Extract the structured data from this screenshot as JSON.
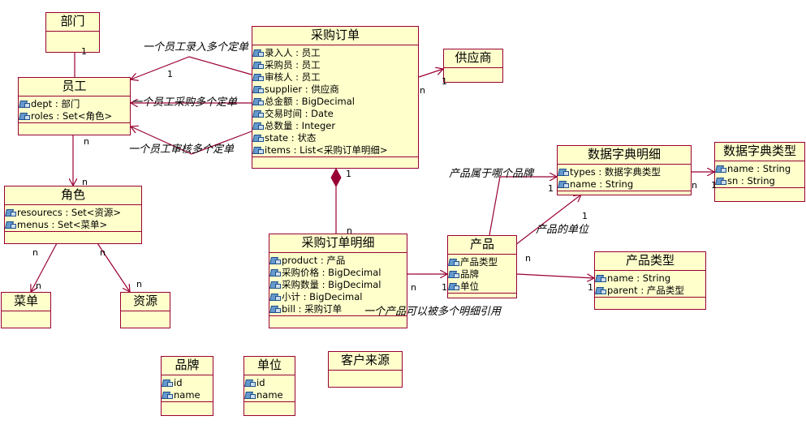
{
  "classes": {
    "bumen": {
      "name": "部门",
      "attrs": []
    },
    "yuangong": {
      "name": "员工",
      "attrs": [
        "dept : 部门",
        "roles : Set<角色>"
      ]
    },
    "juese": {
      "name": "角色",
      "attrs": [
        "resourecs : Set<资源>",
        "menus : Set<菜单>"
      ]
    },
    "caidan": {
      "name": "菜单",
      "attrs": []
    },
    "ziyuan": {
      "name": "资源",
      "attrs": []
    },
    "purchase_order": {
      "name": "采购订单",
      "attrs": [
        "录入人 : 员工",
        "采购员 : 员工",
        "审核人 : 员工",
        "supplier : 供应商",
        "总金额 : BigDecimal",
        "交易时间 : Date",
        "总数量 : Integer",
        "state : 状态",
        "items : List<采购订单明细>"
      ]
    },
    "supplier": {
      "name": "供应商",
      "attrs": []
    },
    "order_item": {
      "name": "采购订单明细",
      "attrs": [
        "product : 产品",
        "采购价格 : BigDecimal",
        "采购数量 : BigDecimal",
        "小计 : BigDecimal",
        "bill : 采购订单"
      ]
    },
    "product": {
      "name": "产品",
      "attrs": [
        "产品类型",
        "品牌",
        "单位"
      ]
    },
    "dict_detail": {
      "name": "数据字典明细",
      "attrs": [
        "types : 数据字典类型",
        "name : String"
      ]
    },
    "dict_type": {
      "name": "数据字典类型",
      "attrs": [
        "name : String",
        "sn : String"
      ]
    },
    "product_type": {
      "name": "产品类型",
      "attrs": [
        "name : String",
        "parent : 产品类型"
      ]
    },
    "brand": {
      "name": "品牌",
      "attrs": [
        "id",
        "name"
      ]
    },
    "unit": {
      "name": "单位",
      "attrs": [
        "id",
        "name"
      ]
    },
    "customer_source": {
      "name": "客户来源",
      "attrs": []
    }
  },
  "labels": {
    "entry": "一个员工录入多个定单",
    "buyer": "一个员工采购多个定单",
    "auditor": "一个员工审核多个定单",
    "brand": "产品属于哪个品牌",
    "unit": "产品的单位",
    "product_items": "一个产品可以被多个明细引用"
  },
  "multiplicities": {
    "dept_one": "1",
    "entry_one": "1",
    "supplier_n": "n",
    "supplier_one": "1",
    "emp_n": "n",
    "role_n": "n",
    "menu_n": "n",
    "menu_n2": "n",
    "res_n": "n",
    "res_n2": "n",
    "order_one": "1",
    "item_n": "n",
    "pi_n": "n",
    "pi_one": "1",
    "brand_one": "1",
    "unit_one": "1",
    "pt_n": "n",
    "pt_one": "1",
    "dd_n": "n",
    "dd_one": "1"
  }
}
